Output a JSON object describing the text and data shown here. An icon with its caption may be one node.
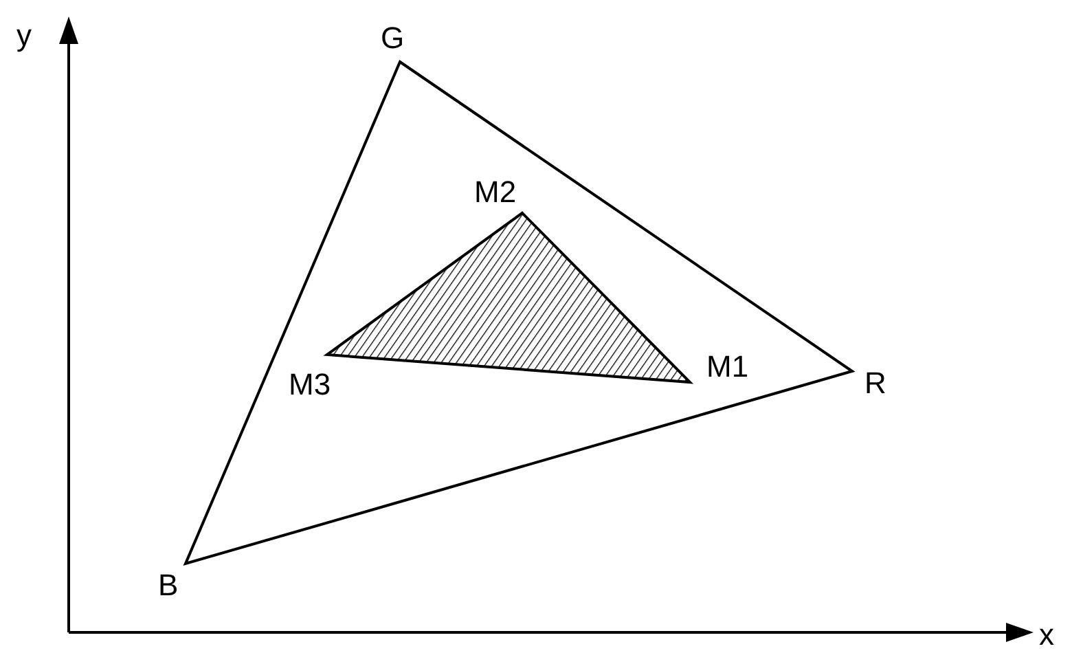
{
  "diagram": {
    "labels": [
      "y",
      "G",
      "M2",
      "M3",
      "M1",
      "R",
      "B",
      "x"
    ]
  }
}
